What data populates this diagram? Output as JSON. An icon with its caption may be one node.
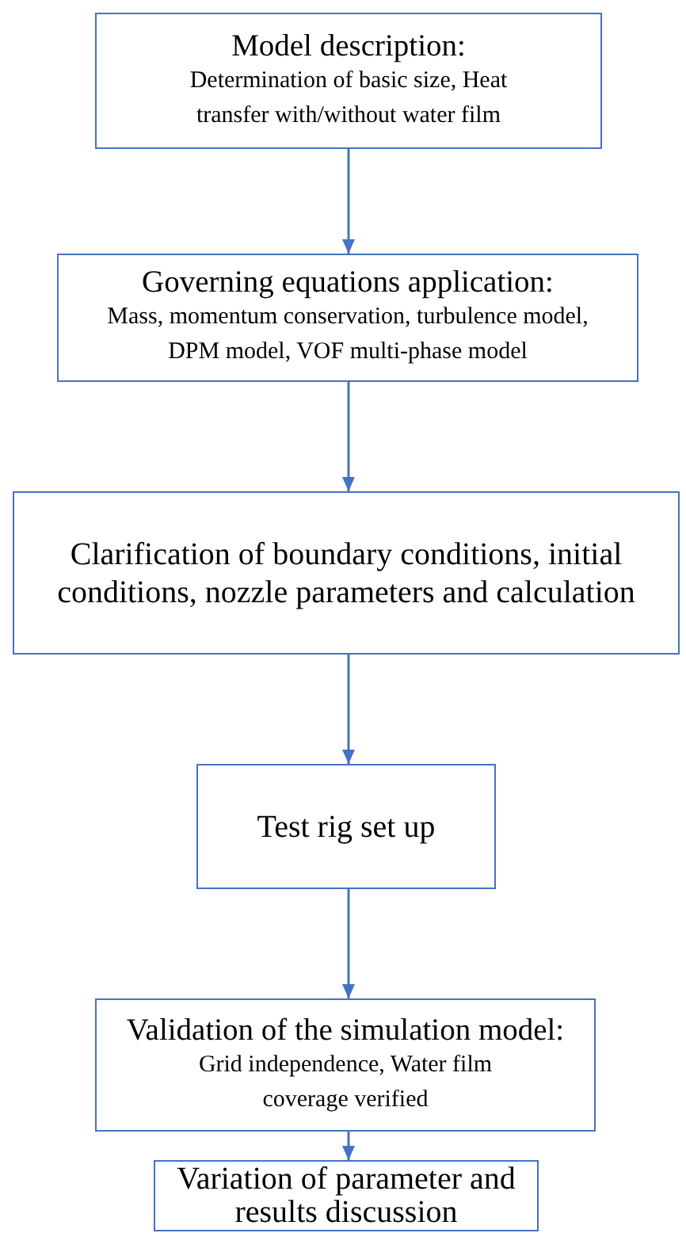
{
  "diagram": {
    "nodes": [
      {
        "text": [
          "Model description:",
          "Determination of basic size, Heat transfer with/without water film"
        ]
      },
      {
        "text": [
          "Governing equations application:",
          "Mass, momentum conservation, turbulence model, DPM model, VOF multi-phase model"
        ]
      },
      {
        "text": [
          "Clarification of boundary conditions, initial conditions, nozzle parameters and calculation"
        ]
      },
      {
        "text": [
          "Test rig set up"
        ]
      },
      {
        "text": [
          "Validation of the simulation model:",
          "Grid independence, Water film coverage verified"
        ]
      },
      {
        "text": [
          "Variation of parameter and results discussion"
        ]
      }
    ],
    "edges": [
      {
        "from": 0,
        "to": 1,
        "arrow": "to"
      },
      {
        "from": 1,
        "to": 2,
        "arrow": "to"
      },
      {
        "from": 2,
        "to": 3,
        "arrow": "to"
      },
      {
        "from": 3,
        "to": 4,
        "arrow": "to"
      },
      {
        "from": 4,
        "to": 5,
        "arrow": "to"
      }
    ]
  }
}
